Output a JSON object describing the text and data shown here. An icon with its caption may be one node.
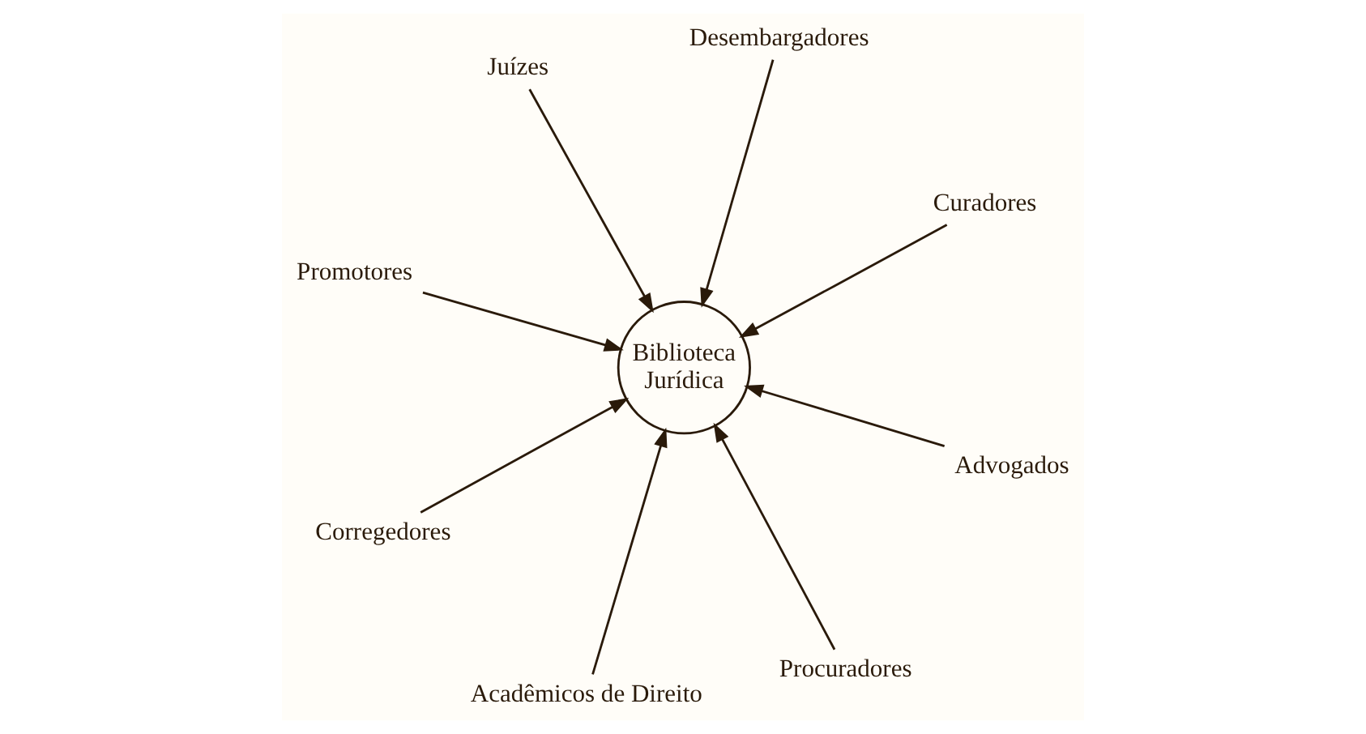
{
  "diagram": {
    "nodes": [
      {
        "text": [
          "Promotores"
        ]
      },
      {
        "text": [
          "Curadores"
        ]
      },
      {
        "text": [
          "Procuradores"
        ]
      },
      {
        "text": [
          "Desembargadores"
        ]
      },
      {
        "text": [
          "Biblioteca Jurídica"
        ]
      },
      {
        "text": [
          "Juízes"
        ]
      },
      {
        "text": [
          "Corregedores"
        ]
      },
      {
        "text": [
          "Advogados"
        ]
      },
      {
        "text": [
          "Acadêmicos de Direito"
        ]
      }
    ],
    "edges": [
      {
        "from": 0,
        "to": 4,
        "arrow": "to"
      },
      {
        "from": 1,
        "to": 4,
        "arrow": "to"
      },
      {
        "from": 2,
        "to": 4,
        "arrow": "to"
      },
      {
        "from": 3,
        "to": 4,
        "arrow": "to"
      },
      {
        "from": 5,
        "to": 4,
        "arrow": "to"
      },
      {
        "from": 6,
        "to": 4,
        "arrow": "to"
      },
      {
        "from": 7,
        "to": 4,
        "arrow": "to"
      },
      {
        "from": 8,
        "to": 4,
        "arrow": "to"
      }
    ]
  }
}
